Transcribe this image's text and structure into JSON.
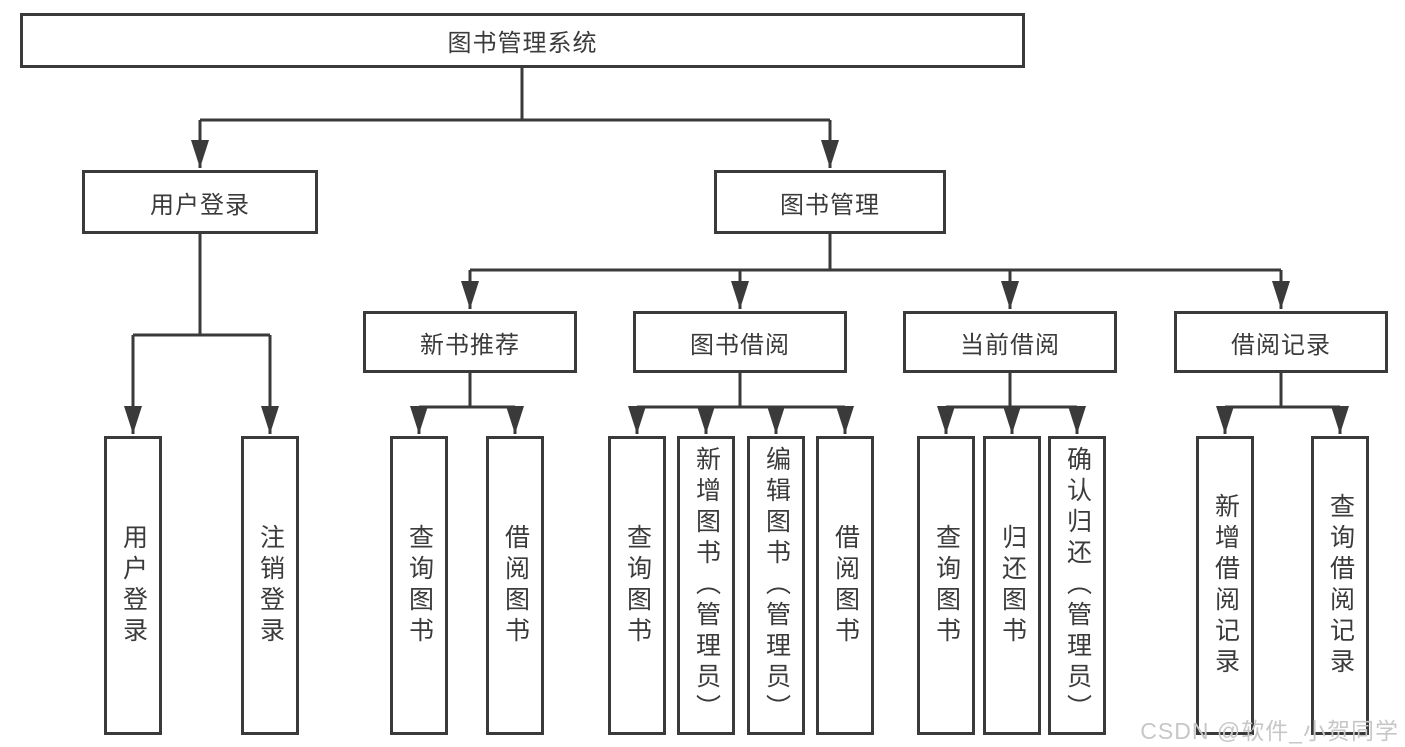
{
  "diagram": {
    "type": "tree",
    "colors": {
      "line": "#3a3a3a",
      "border": "#3a3a3a",
      "text": "#3b3b3b",
      "node_background": "#ffffff",
      "page_background": "#ffffff",
      "watermark": "#c7c7c7"
    },
    "root": {
      "label": "图书管理系统",
      "children": [
        {
          "label": "用户登录",
          "children": [
            {
              "label": "用户登录"
            },
            {
              "label": "注销登录"
            }
          ]
        },
        {
          "label": "图书管理",
          "children": [
            {
              "label": "新书推荐",
              "children": [
                {
                  "label": "查询图书"
                },
                {
                  "label": "借阅图书"
                }
              ]
            },
            {
              "label": "图书借阅",
              "children": [
                {
                  "label": "查询图书"
                },
                {
                  "label": "新增图书（管理员）"
                },
                {
                  "label": "编辑图书（管理员）"
                },
                {
                  "label": "借阅图书"
                }
              ]
            },
            {
              "label": "当前借阅",
              "children": [
                {
                  "label": "查询图书"
                },
                {
                  "label": "归还图书"
                },
                {
                  "label": "确认归还（管理员）"
                }
              ]
            },
            {
              "label": "借阅记录",
              "children": [
                {
                  "label": "新增借阅记录"
                },
                {
                  "label": "查询借阅记录"
                }
              ]
            }
          ]
        }
      ]
    }
  },
  "watermark": "CSDN @软件_小贺同学"
}
